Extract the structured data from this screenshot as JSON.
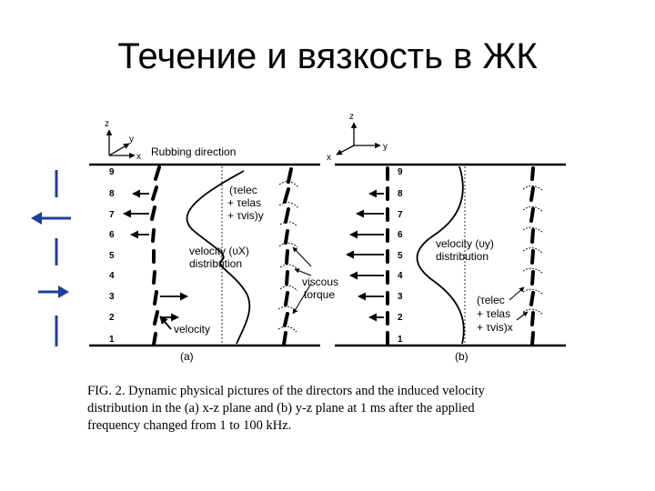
{
  "slide": {
    "title": "Течение и вязкость в ЖК"
  },
  "figure": {
    "panel_a": {
      "axes": {
        "z": "z",
        "y": "y",
        "x": "x"
      },
      "rubbing_label": "Rubbing direction",
      "layer_numbers": [
        "9",
        "8",
        "7",
        "6",
        "5",
        "4",
        "3",
        "2",
        "1"
      ],
      "torque_terms": [
        "(τelec",
        "+ τelas",
        "+ τvis)y"
      ],
      "velocity_dist_label": [
        "velocity (υX)",
        "distribution"
      ],
      "viscous_label": [
        "viscous",
        "torque"
      ],
      "velocity_label": "velocity",
      "panel_label": "(a)"
    },
    "panel_b": {
      "axes": {
        "z": "z",
        "x": "x",
        "y": "y"
      },
      "layer_numbers": [
        "9",
        "8",
        "7",
        "6",
        "5",
        "4",
        "3",
        "2",
        "1"
      ],
      "velocity_dist_label": [
        "velocity (υy)",
        "distribution"
      ],
      "torque_terms": [
        "(τelec",
        "+ τelas",
        "+ τvis)x"
      ],
      "panel_label": "(b)"
    },
    "caption": {
      "line1": "FIG. 2. Dynamic physical pictures of the directors and the induced velocity",
      "line2": "distribution in the (a) x-z plane and (b) y-z plane at 1 ms after the applied",
      "line3": "frequency changed from 1 to 100 kHz."
    }
  }
}
